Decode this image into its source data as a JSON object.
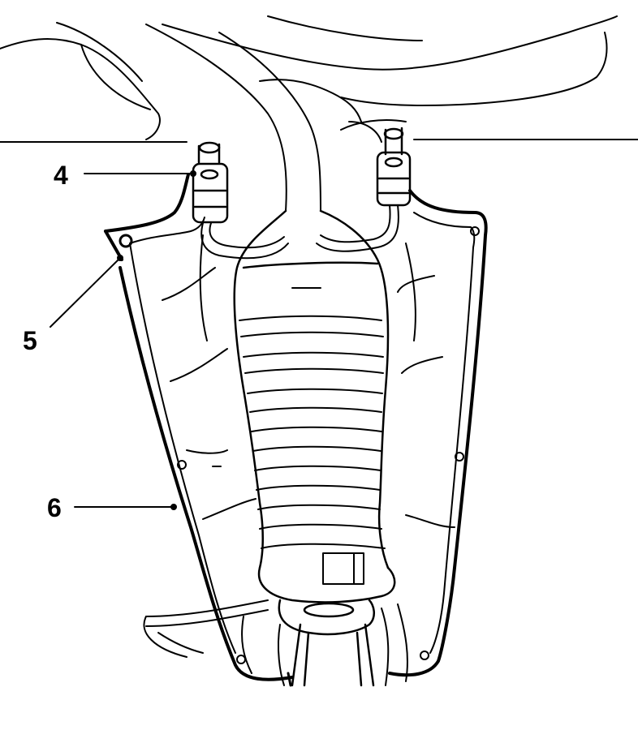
{
  "callouts": {
    "c4": "4",
    "c5": "5",
    "c6": "6"
  },
  "colors": {
    "line": "#000000",
    "background": "#ffffff"
  }
}
